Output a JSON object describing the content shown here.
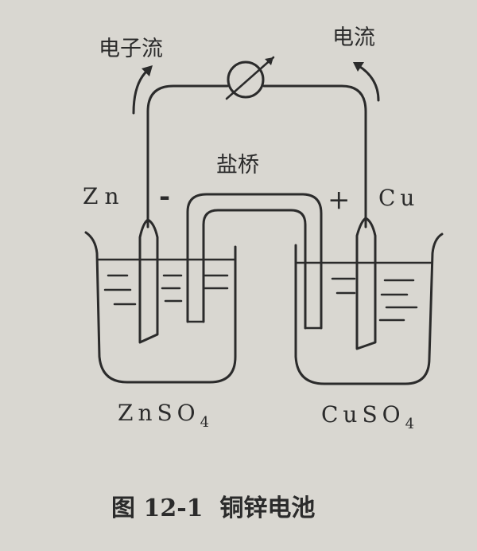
{
  "diagram": {
    "electron_flow_label": "电子流",
    "current_label": "电流",
    "salt_bridge_label": "盐桥",
    "anode": {
      "metal": "Zn",
      "sign": "-",
      "solution": "ZnSO",
      "solution_subscript": "4"
    },
    "cathode": {
      "metal": "Cu",
      "sign": "+",
      "solution": "CuSO",
      "solution_subscript": "4"
    },
    "caption": "图 12-1  铜锌电池"
  },
  "colors": {
    "paper": "#d9d7d1",
    "ink": "#2b2b2b"
  }
}
